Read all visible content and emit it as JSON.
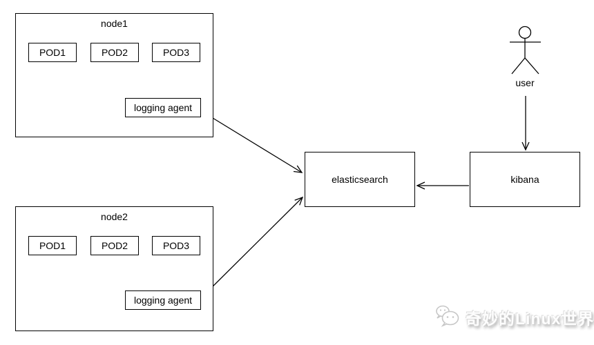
{
  "diagram": {
    "nodes": [
      {
        "label": "node1",
        "pods": [
          "POD1",
          "POD2",
          "POD3"
        ],
        "agent": "logging agent"
      },
      {
        "label": "node2",
        "pods": [
          "POD1",
          "POD2",
          "POD3"
        ],
        "agent": "logging agent"
      }
    ],
    "elasticsearch_label": "elasticsearch",
    "kibana_label": "kibana",
    "user_label": "user",
    "edges": [
      {
        "from": "node1 logging agent",
        "to": "elasticsearch"
      },
      {
        "from": "node2 logging agent",
        "to": "elasticsearch"
      },
      {
        "from": "kibana",
        "to": "elasticsearch"
      },
      {
        "from": "user",
        "to": "kibana"
      }
    ]
  },
  "watermark": {
    "icon": "wechat-icon",
    "text": "奇妙的Linux世界"
  },
  "colors": {
    "background": "#ffffff",
    "line": "#000000",
    "text": "#000000",
    "watermark": "#cccccc"
  }
}
